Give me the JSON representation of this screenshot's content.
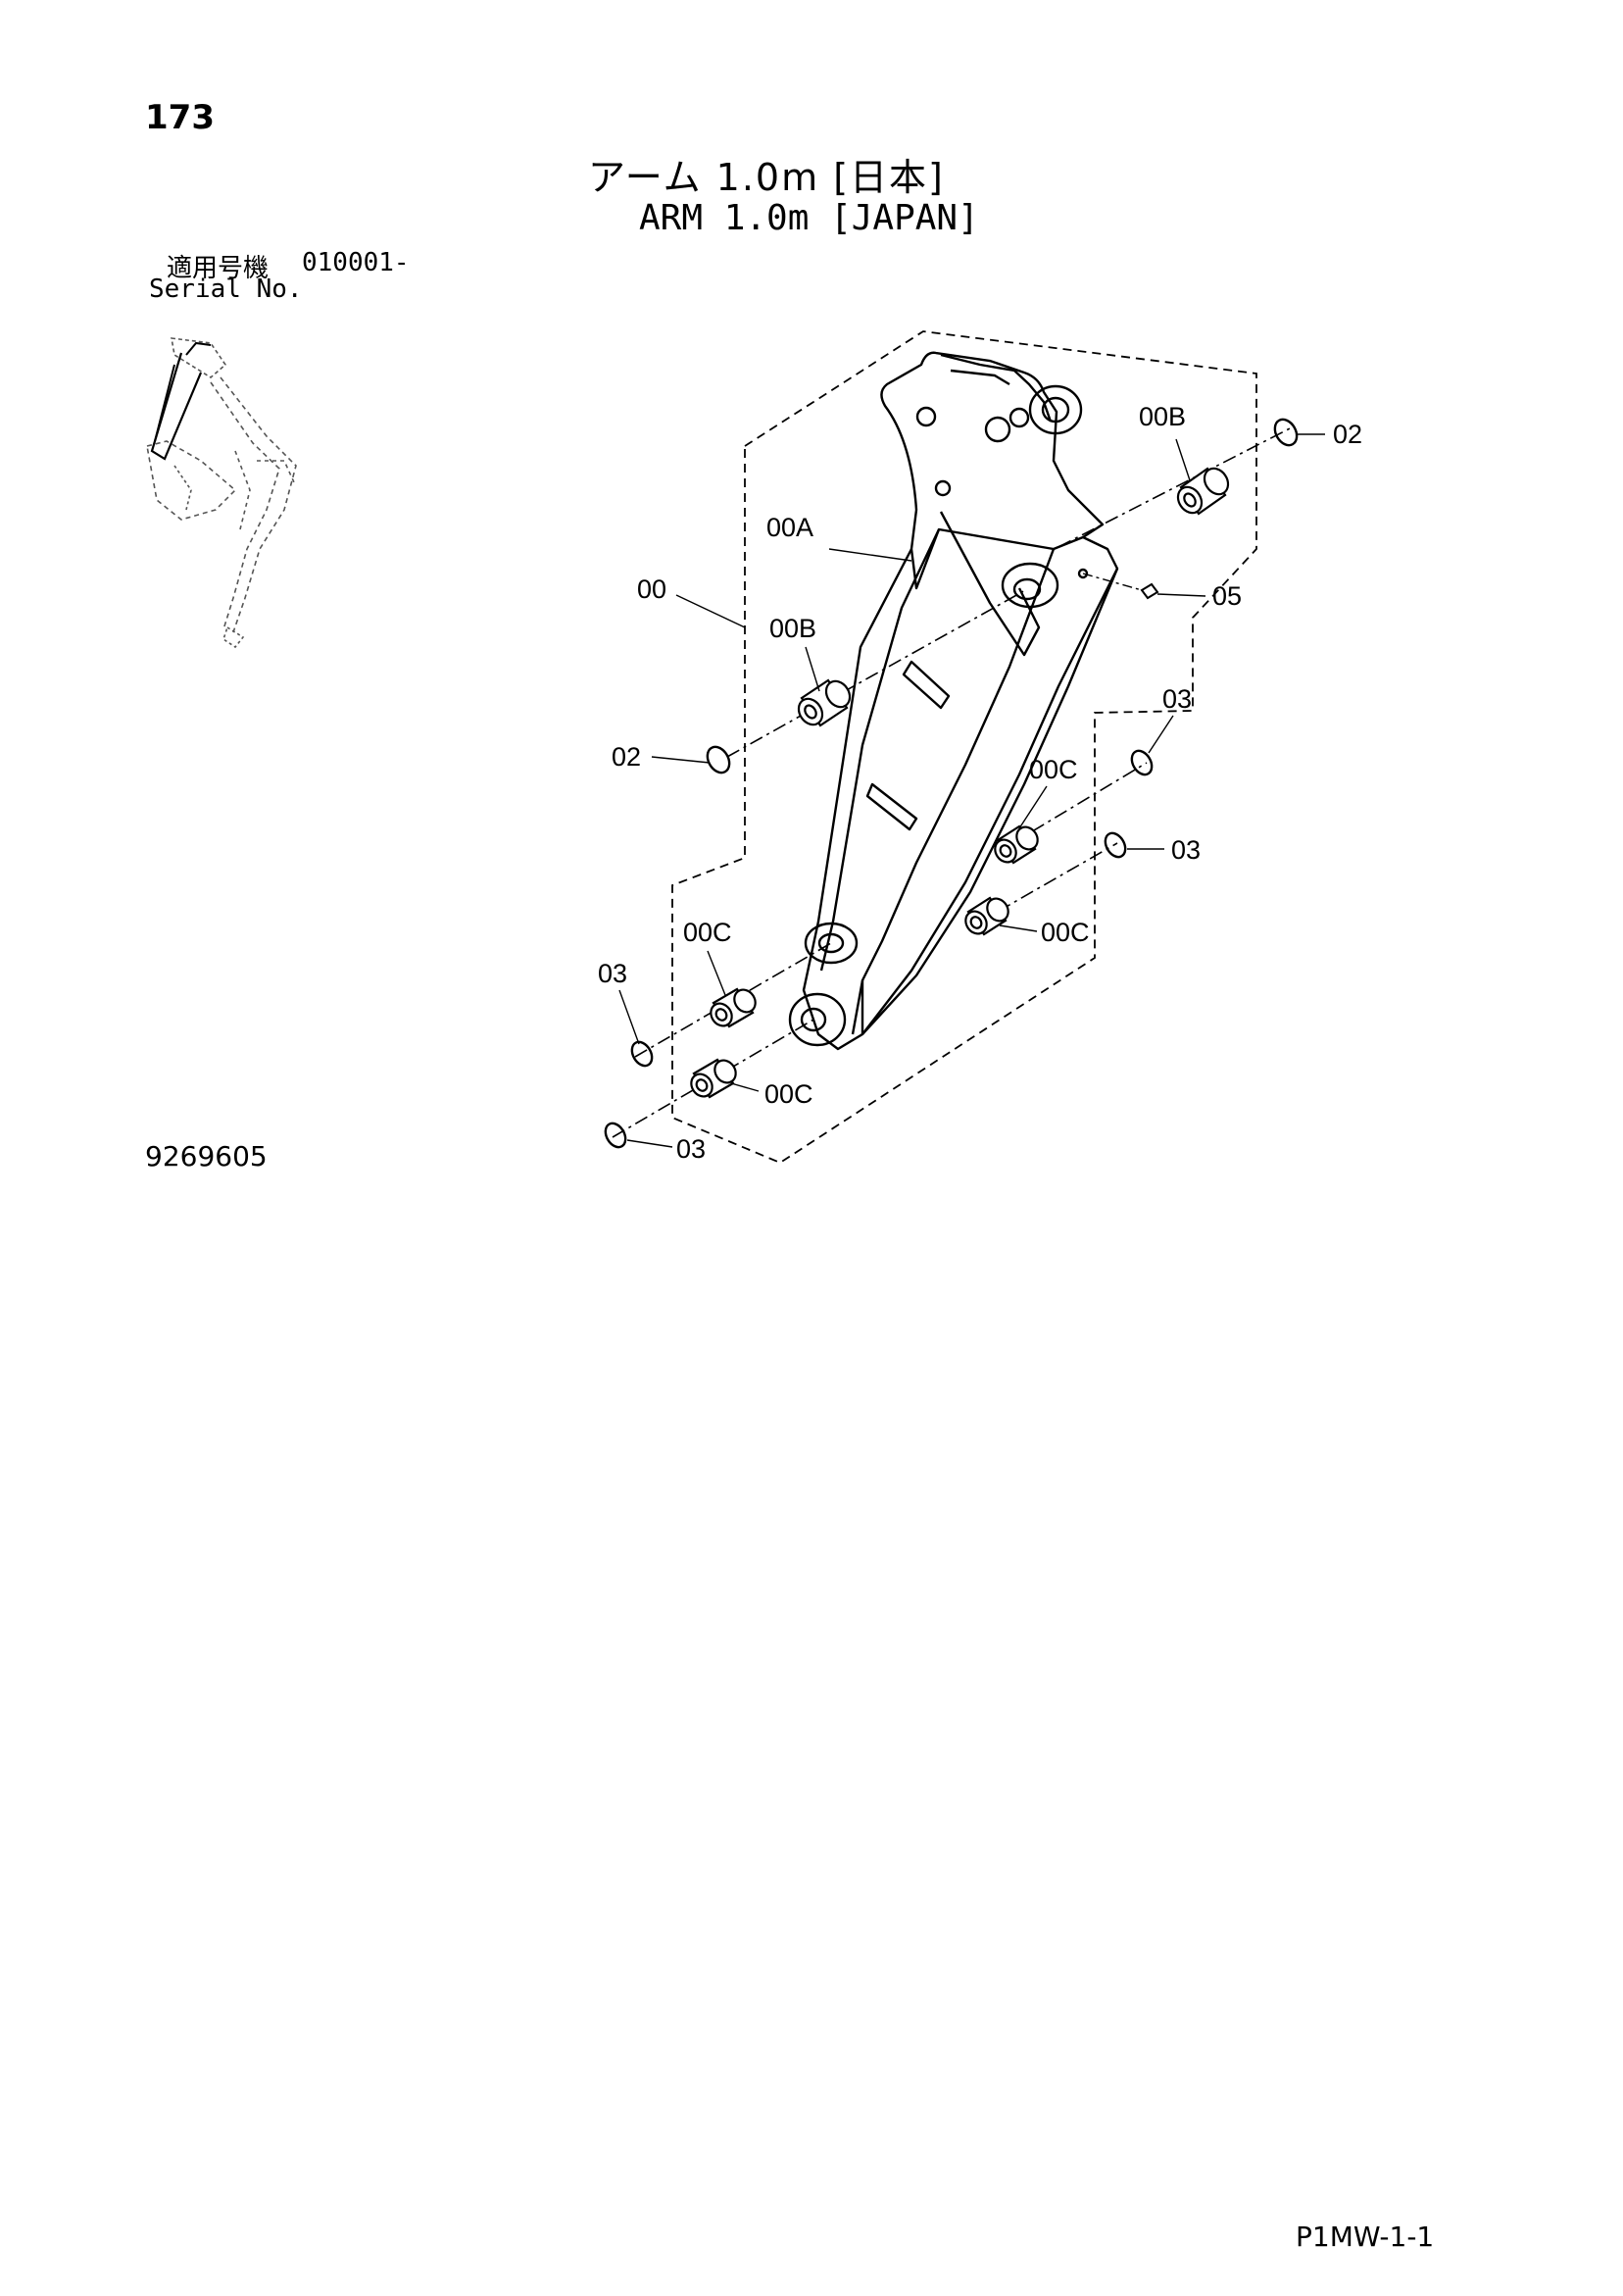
{
  "page": {
    "number": "173",
    "title_jp": "アーム 1.0m [日本]",
    "title_en": "ARM 1.0m [JAPAN]",
    "serial_label_jp": "適用号機",
    "serial_value": "010001-",
    "serial_label_en": "Serial No.",
    "drawing_number": "9269605",
    "footer_code": "P1MW-1-1"
  },
  "callouts": {
    "c00": "00",
    "c00a": "00A",
    "c00b_upper": "00B",
    "c00b_left": "00B",
    "c02_right": "02",
    "c02_left": "02",
    "c05": "05",
    "c03_upper_right": "03",
    "c03_right": "03",
    "c00c_upper": "00C",
    "c00c_right": "00C",
    "c00c_left": "00C",
    "c00c_bottom": "00C",
    "c03_left": "03",
    "c03_bottom": "03"
  }
}
